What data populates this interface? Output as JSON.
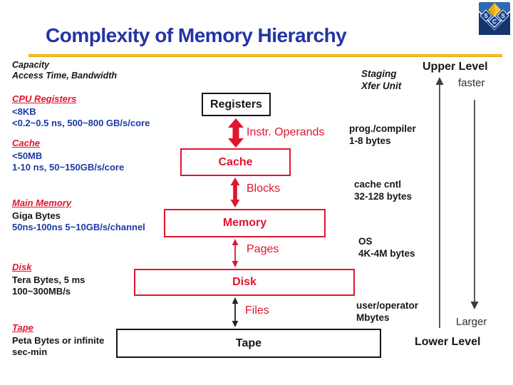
{
  "palette": {
    "title_blue": "#2334a5",
    "body_blue": "#1c3aa8",
    "red": "#e0152e",
    "gold": "#f2ae00",
    "black": "#161616",
    "arrow_gray": "#3d3d3d",
    "logo_blue": "#2d6ab3",
    "logo_navy": "#15356e",
    "logo_gold": "#f5a800"
  },
  "title": "Complexity of Memory Hierarchy",
  "logo": {
    "letters": [
      "S",
      "S",
      "C"
    ]
  },
  "left_column": {
    "header_lines": [
      "Capacity",
      "Access Time, Bandwidth"
    ],
    "groups": [
      {
        "heading": "CPU Registers",
        "lines": [
          "<8KB",
          "<0.2~0.5 ns, 500~800 GB/s/core"
        ]
      },
      {
        "heading": "Cache",
        "lines": [
          "<50MB",
          "1-10 ns, 50~150GB/s/core"
        ]
      },
      {
        "heading": "Main Memory",
        "lines": [
          "Giga Bytes",
          "50ns-100ns 5~10GB/s/channel"
        ]
      },
      {
        "heading": "Disk",
        "lines": [
          "Tera Bytes, 5 ms",
          "100~300MB/s"
        ]
      },
      {
        "heading": "Tape",
        "lines": [
          "Peta Bytes or infinite",
          "sec-min"
        ]
      }
    ]
  },
  "hierarchy": {
    "levels": [
      {
        "label": "Registers"
      },
      {
        "label": "Cache"
      },
      {
        "label": "Memory"
      },
      {
        "label": "Disk"
      },
      {
        "label": "Tape"
      }
    ],
    "transfers": [
      {
        "label": "Instr. Operands"
      },
      {
        "label": "Blocks"
      },
      {
        "label": "Pages"
      },
      {
        "label": "Files"
      }
    ]
  },
  "staging": {
    "header_lines": [
      "Staging",
      "Xfer Unit"
    ],
    "units": [
      {
        "line1": "prog./compiler",
        "line2": "1-8 bytes"
      },
      {
        "line1": "cache cntl",
        "line2": "32-128 bytes"
      },
      {
        "line1": "OS",
        "line2": "4K-4M bytes"
      },
      {
        "line1": "user/operator",
        "line2": "Mbytes"
      }
    ]
  },
  "orientation": {
    "upper": "Upper Level",
    "faster": "faster",
    "larger": "Larger",
    "lower": "Lower Level"
  }
}
